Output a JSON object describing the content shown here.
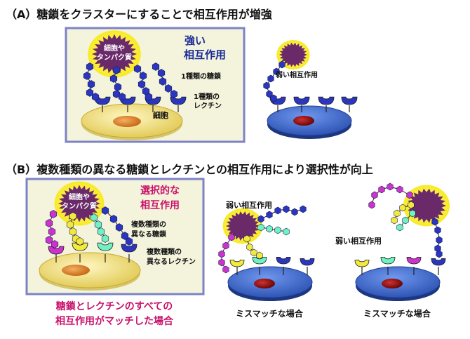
{
  "section_a": {
    "title": "（A）糖鎖をクラスターにすることで相互作用が増強",
    "panel": {
      "strong_label_line1": "強い",
      "strong_label_line2": "相互作用",
      "star_line1": "細胞や",
      "star_line2": "タンパク質",
      "sugar_label": "1種類の糖鎖",
      "lectin_line1": "1種類の",
      "lectin_line2": "レクチン",
      "cell_label": "細胞"
    },
    "weak_label": "弱い相互作用"
  },
  "section_b": {
    "title": "（B）複数種類の異なる糖鎖とレクチンとの相互作用により選択性が向上",
    "panel": {
      "selective_line1": "選択的な",
      "selective_line2": "相互作用",
      "star_line1": "細胞や",
      "star_line2": "タンパク質",
      "sugar_line1": "複数種類の",
      "sugar_line2": "異なる糖鎖",
      "lectin_line1": "複数種類の",
      "lectin_line2": "異なるレクチン"
    },
    "caption_line1": "糖鎖とレクチンのすべての",
    "caption_line2": "相互作用がマッチした場合",
    "middle": {
      "weak_label": "弱い相互作用",
      "mismatch": "ミスマッチな場合"
    },
    "right": {
      "weak_label": "弱い相互作用",
      "mismatch": "ミスマッチな場合"
    }
  },
  "colors": {
    "panel_fill": "#f4f4dc",
    "panel_border": "#7d82c8",
    "strong_text": "#1a2a9a",
    "selective_text": "#c8106a",
    "yellow_cell": "#f2e48a",
    "blue_cell": "#3d6fd0",
    "nucleus": "#a11a1a",
    "star": "#6a2a6a",
    "glow": "#fff34d",
    "sugar_blue": "#2a36c0",
    "sugar_magenta": "#cc33cc",
    "sugar_yellow": "#f2ea3a",
    "sugar_mint": "#6ef2c0"
  }
}
